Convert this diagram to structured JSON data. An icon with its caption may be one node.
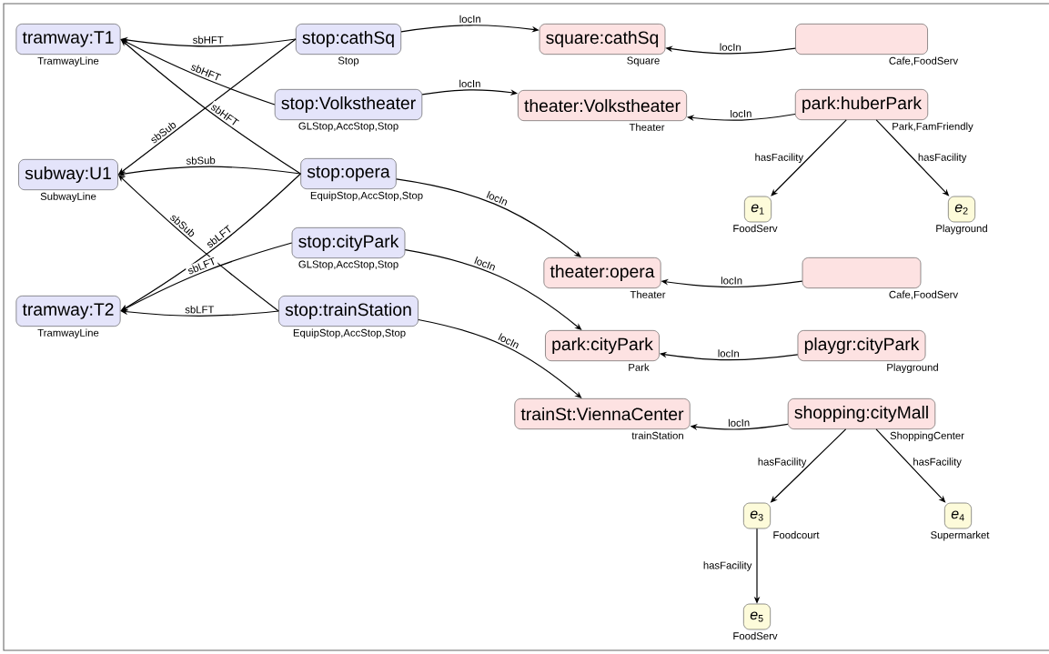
{
  "diagram": {
    "nodes": [
      {
        "text": [
          "tramway:T1"
        ],
        "beside": [
          "TramwayLine"
        ]
      },
      {
        "text": [
          "subway:U1"
        ],
        "beside": [
          "SubwayLine"
        ]
      },
      {
        "text": [
          "tramway:T2"
        ],
        "beside": [
          "TramwayLine"
        ]
      },
      {
        "text": [
          "stop:cathSq"
        ],
        "beside": [
          "Stop"
        ]
      },
      {
        "text": [
          "stop:Volkstheater"
        ],
        "beside": [
          "GLStop,AccStop,Stop"
        ]
      },
      {
        "text": [
          "stop:opera"
        ],
        "beside": [
          "EquipStop,AccStop,Stop"
        ]
      },
      {
        "text": [
          "stop:cityPark"
        ],
        "beside": [
          "GLStop,AccStop,Stop"
        ]
      },
      {
        "text": [
          "stop:trainStation"
        ],
        "beside": [
          "EquipStop,AccStop,Stop"
        ]
      },
      {
        "text": [
          "square:cathSq"
        ],
        "beside": [
          "Square"
        ]
      },
      {
        "text": [
          "theater:Volkstheater"
        ],
        "beside": [
          "Theater"
        ]
      },
      {
        "text": [
          "theater:opera"
        ],
        "beside": [
          "Theater"
        ]
      },
      {
        "text": [
          "park:cityPark"
        ],
        "beside": [
          "Park"
        ]
      },
      {
        "text": [
          "trainSt:ViennaCenter"
        ],
        "beside": [
          "trainStation"
        ]
      },
      {
        "text": [],
        "shape": "box",
        "beside": [
          "Cafe,FoodServ"
        ]
      },
      {
        "text": [
          "park:huberPark"
        ],
        "beside": [
          "Park,FamFriendly"
        ]
      },
      {
        "text": [
          "*e*$_{1}$"
        ],
        "beside": [
          "FoodServ"
        ]
      },
      {
        "text": [
          "*e*$_{2}$"
        ],
        "beside": [
          "Playground"
        ]
      },
      {
        "text": [],
        "shape": "box",
        "beside": [
          "Cafe,FoodServ"
        ]
      },
      {
        "text": [
          "playgr:cityPark"
        ],
        "beside": [
          "Playground"
        ]
      },
      {
        "text": [
          "shopping:cityMall"
        ],
        "beside": [
          "ShoppingCenter"
        ]
      },
      {
        "text": [
          "*e*$_{3}$"
        ],
        "beside": [
          "Foodcourt"
        ]
      },
      {
        "text": [
          "*e*$_{4}$"
        ],
        "beside": [
          "Supermarket"
        ]
      },
      {
        "text": [
          "*e*$_{5}$"
        ],
        "beside": [
          "FoodServ"
        ]
      }
    ],
    "edges": [
      {
        "from": 3,
        "to": 0,
        "arrow": "to",
        "label": "sbHFT"
      },
      {
        "from": 4,
        "to": 0,
        "arrow": "to",
        "label": "sbHFT"
      },
      {
        "from": 5,
        "to": 0,
        "arrow": "to",
        "label": "sbHFT"
      },
      {
        "from": 3,
        "to": 1,
        "arrow": "to",
        "label": "sbSub"
      },
      {
        "from": 5,
        "to": 1,
        "arrow": "to",
        "label": "sbSub"
      },
      {
        "from": 7,
        "to": 1,
        "arrow": "to",
        "label": "sbSub"
      },
      {
        "from": 5,
        "to": 2,
        "arrow": "to",
        "label": "sbLFT"
      },
      {
        "from": 6,
        "to": 2,
        "arrow": "to",
        "label": "sbLFT"
      },
      {
        "from": 7,
        "to": 2,
        "arrow": "to",
        "label": "sbLFT"
      },
      {
        "from": 3,
        "to": 8,
        "arrow": "to",
        "label": "locIn"
      },
      {
        "from": 4,
        "to": 9,
        "arrow": "to",
        "label": "locIn"
      },
      {
        "from": 5,
        "to": 10,
        "arrow": "to",
        "label": "locIn"
      },
      {
        "from": 6,
        "to": 11,
        "arrow": "to",
        "label": "locIn"
      },
      {
        "from": 7,
        "to": 12,
        "arrow": "to",
        "label": "locIn"
      },
      {
        "from": 13,
        "to": 8,
        "arrow": "to",
        "label": "locIn"
      },
      {
        "from": 14,
        "to": 9,
        "arrow": "to",
        "label": "locIn"
      },
      {
        "from": 17,
        "to": 10,
        "arrow": "to",
        "label": "locIn"
      },
      {
        "from": 18,
        "to": 11,
        "arrow": "to",
        "label": "locIn"
      },
      {
        "from": 19,
        "to": 12,
        "arrow": "to",
        "label": "locIn"
      },
      {
        "from": 14,
        "to": 15,
        "arrow": "to",
        "label": "hasFacility"
      },
      {
        "from": 14,
        "to": 16,
        "arrow": "to",
        "label": "hasFacility"
      },
      {
        "from": 19,
        "to": 20,
        "arrow": "to",
        "label": "hasFacility"
      },
      {
        "from": 19,
        "to": 21,
        "arrow": "to",
        "label": "hasFacility"
      },
      {
        "from": 20,
        "to": 22,
        "arrow": "to",
        "label": "hasFacility"
      }
    ]
  }
}
